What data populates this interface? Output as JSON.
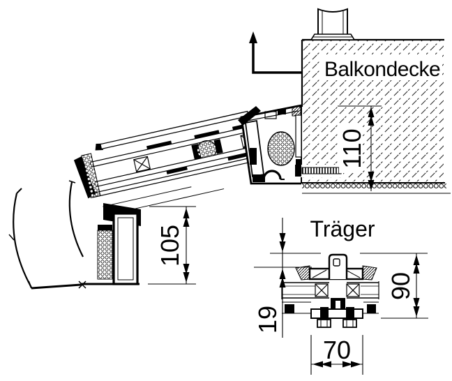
{
  "drawing": {
    "background": "#ffffff",
    "line_color": "#000000",
    "labels": {
      "slab": "Balkondecke",
      "beam": "Träger"
    },
    "dimensions": {
      "slab_embed_height": "110",
      "frame_height": "105",
      "beam_rib": "19",
      "beam_height": "90",
      "beam_width": "70"
    }
  }
}
